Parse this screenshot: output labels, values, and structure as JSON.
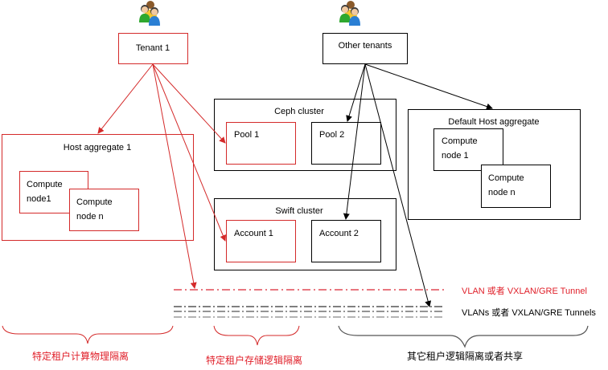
{
  "colors": {
    "tenant_red": "#d42a2a",
    "other_black": "#000000",
    "label_red": "#e0202a"
  },
  "tenants": {
    "tenant1": {
      "label": "Tenant 1",
      "icon": "users-group-icon"
    },
    "other": {
      "label": "Other tenants",
      "icon": "users-group-icon"
    }
  },
  "host_aggregate_1": {
    "title": "Host aggregate 1",
    "node1": [
      "Compute",
      "node1"
    ],
    "noden": [
      "Compute",
      "node n"
    ]
  },
  "ceph": {
    "title": "Ceph cluster",
    "pool1": "Pool 1",
    "pool2": "Pool 2"
  },
  "swift": {
    "title": "Swift cluster",
    "account1": "Account 1",
    "account2": "Account 2"
  },
  "default_aggregate": {
    "title": "Default Host aggregate",
    "node1": [
      "Compute",
      "node 1"
    ],
    "noden": [
      "Compute",
      "node n"
    ]
  },
  "networks": {
    "tenant_net": "VLAN 或者  VXLAN/GRE Tunnel",
    "shared_net": "VLANs 或者  VXLAN/GRE Tunnels"
  },
  "braces": {
    "compute_isolation": "特定租户计算物理隔离",
    "storage_isolation": "特定租户存储逻辑隔离",
    "other_isolation": "其它租户逻辑隔离或者共享"
  }
}
